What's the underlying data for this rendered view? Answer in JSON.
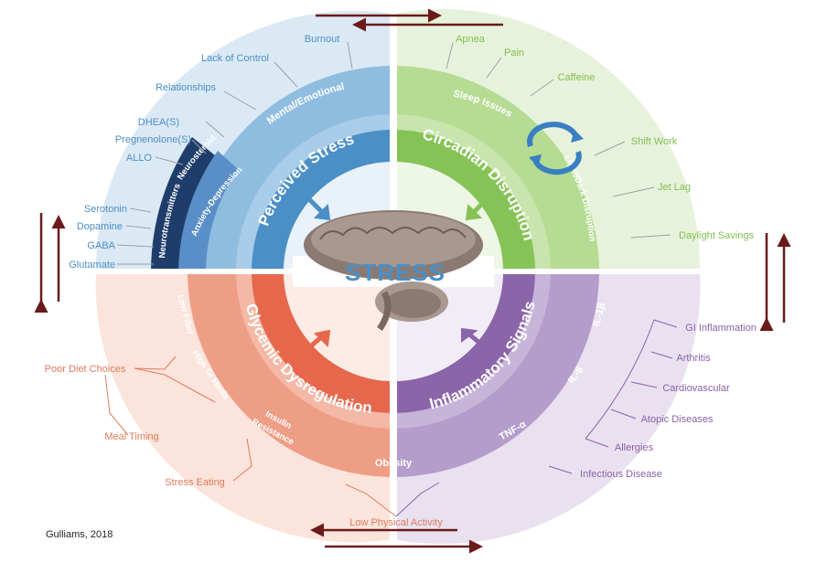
{
  "center_title": "STRESS",
  "credit": "Gulliams, 2018",
  "quadrants": {
    "perceived": {
      "title": "Perceived Stress",
      "ring_mid": "Mental/Emotional",
      "ring_a": "Neurotransmitters",
      "ring_b": "Neurosteroids",
      "ring_c": "Anxiety-Depression",
      "labels": [
        "Burnout",
        "Lack of Control",
        "Relationships",
        "DHEA(S)",
        "Pregnenolone(S)",
        "ALLO",
        "Serotonin",
        "Dopamine",
        "GABA",
        "Glutamate"
      ]
    },
    "circadian": {
      "title": "Circadian Disruption",
      "ring_a": "Sleep Issues",
      "ring_b": "Light/Dark Disruption",
      "labels": [
        "Apnea",
        "Pain",
        "Caffeine",
        "Shift Work",
        "Jet Lag",
        "Daylight Savings"
      ]
    },
    "inflammatory": {
      "title": "Inflammatory Signals",
      "ring_a": "IL-1β",
      "ring_b": "IL-6",
      "ring_c": "TNF-α",
      "labels": [
        "GI Inflammation",
        "Arthritis",
        "Cardiovascular",
        "Atopic Diseases",
        "Allergies",
        "Infectious Disease"
      ]
    },
    "glycemic": {
      "title": "Glycemic Dysregulation",
      "ring_a": "Low Fiber",
      "ring_b": "High GI Meals",
      "ring_c": "Insulin",
      "ring_c2": "Resistance",
      "ring_d": "Obesity",
      "labels": [
        "Poor Diet Choices",
        "Meal Timing",
        "Stress Eating",
        "Low Physical Activity"
      ]
    }
  },
  "colors": {
    "blue_dark": "#1f3d6b",
    "blue_mid": "#5a9fd0",
    "blue_light": "#8fbde0",
    "blue_bg": "#dbe9f5",
    "green_mid": "#8cc864",
    "green_light": "#b6dc93",
    "green_bg": "#e7f2dc",
    "purple_mid": "#8d68ad",
    "purple_light": "#b49ccb",
    "purple_bg": "#e9e1f0",
    "orange_mid": "#e8725a",
    "orange_light": "#ef9e86",
    "orange_bg": "#fbe4db",
    "arrow": "#6b1a1a"
  }
}
